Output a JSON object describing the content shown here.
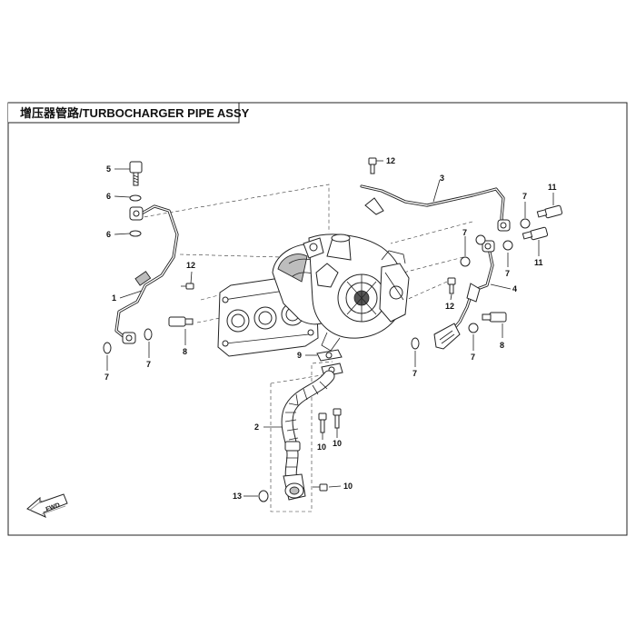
{
  "title": "增压器管路/TURBOCHARGER PIPE ASSY",
  "fwd_label": "FWD",
  "callouts": [
    {
      "id": "c1",
      "text": "1"
    },
    {
      "id": "c2",
      "text": "2"
    },
    {
      "id": "c3",
      "text": "3"
    },
    {
      "id": "c4",
      "text": "4"
    },
    {
      "id": "c5",
      "text": "5"
    },
    {
      "id": "c6a",
      "text": "6"
    },
    {
      "id": "c6b",
      "text": "6"
    },
    {
      "id": "c7a",
      "text": "7"
    },
    {
      "id": "c7b",
      "text": "7"
    },
    {
      "id": "c7c",
      "text": "7"
    },
    {
      "id": "c7d",
      "text": "7"
    },
    {
      "id": "c7e",
      "text": "7"
    },
    {
      "id": "c7f",
      "text": "7"
    },
    {
      "id": "c7g",
      "text": "7"
    },
    {
      "id": "c8a",
      "text": "8"
    },
    {
      "id": "c8b",
      "text": "8"
    },
    {
      "id": "c9",
      "text": "9"
    },
    {
      "id": "c10a",
      "text": "10"
    },
    {
      "id": "c10b",
      "text": "10"
    },
    {
      "id": "c10c",
      "text": "10"
    },
    {
      "id": "c11a",
      "text": "11"
    },
    {
      "id": "c11b",
      "text": "11"
    },
    {
      "id": "c12a",
      "text": "12"
    },
    {
      "id": "c12b",
      "text": "12"
    },
    {
      "id": "c12c",
      "text": "12"
    },
    {
      "id": "c13",
      "text": "13"
    }
  ]
}
